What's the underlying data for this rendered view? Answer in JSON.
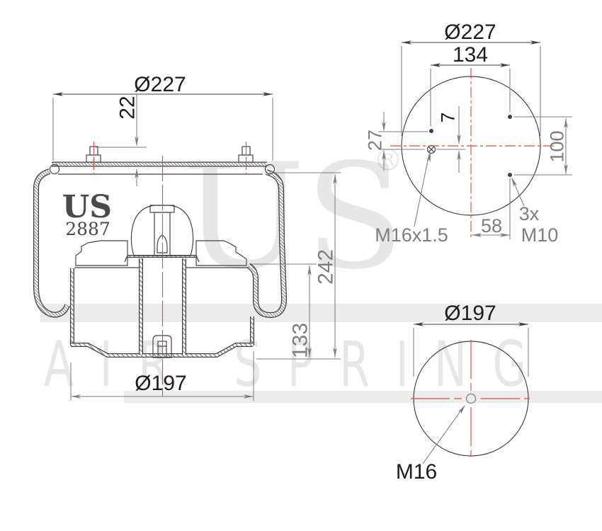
{
  "drawing": {
    "product": {
      "brand": "US",
      "model": "2887"
    },
    "watermark": {
      "brand": "US",
      "registered": "®",
      "slogan": "AIR SPRING"
    },
    "section_view": {
      "dim_top_plate_diameter": "Ø227",
      "dim_stud_height": "22",
      "dim_overall_height": "242",
      "dim_piston_height": "133",
      "dim_piston_diameter": "Ø197"
    },
    "top_view": {
      "dim_plate_diameter": "Ø227",
      "dim_stud_spacing_x": "134",
      "dim_fitting_offset_y": "7",
      "dim_stud_offset_y": "27",
      "dim_stud_spacing_y": "100",
      "dim_stud_offset_x": "58",
      "label_air_fitting": "M16x1.5",
      "label_stud_count": "3x",
      "label_stud_thread": "M10"
    },
    "bottom_view": {
      "dim_base_diameter": "Ø197",
      "label_center_bolt": "M16"
    },
    "colors": {
      "background": "#ffffff",
      "line_dark": "#3f3f3f",
      "dim_gray": "#7e7e7e",
      "text_black": "#1c1c1c",
      "centerline_red": "#e04b4b",
      "hatch": "#606060",
      "logo_gray": "#4a4a4a",
      "watermark_band": "#ececec",
      "watermark_text": "#3c3c3c1f"
    }
  }
}
